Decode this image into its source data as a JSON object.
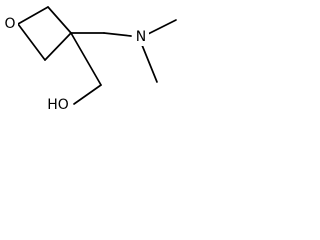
{
  "atoms": {
    "oxetane_oxygen": "O",
    "amine_nitrogen": "N",
    "hydroxyl": "HO"
  },
  "colors": {
    "bond": "#000000",
    "label": "#000000",
    "background": "#ffffff"
  }
}
